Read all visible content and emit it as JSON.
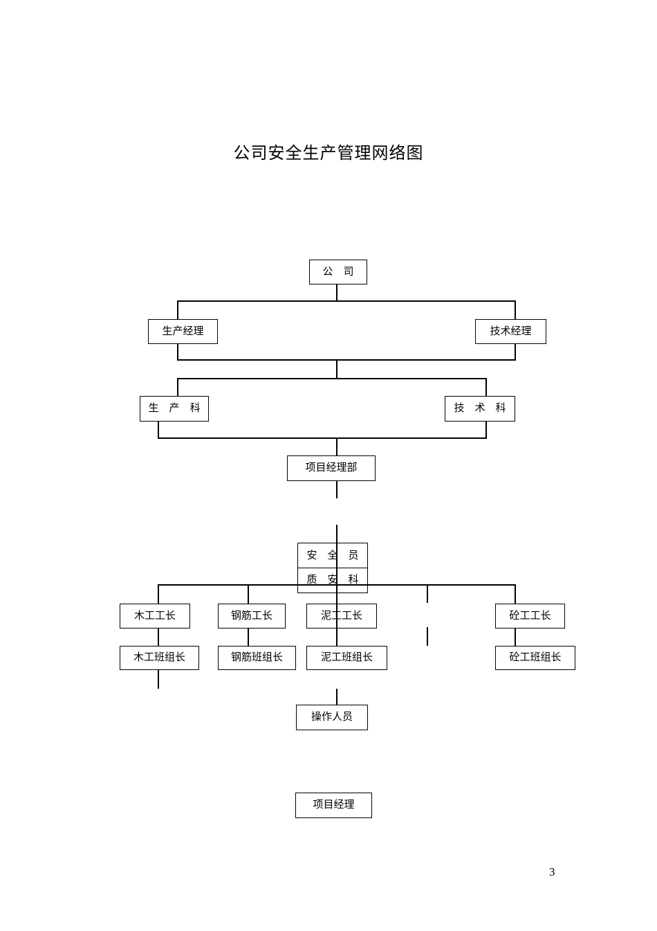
{
  "page": {
    "title": "公司安全生产管理网络图",
    "page_number": "3"
  },
  "nodes": {
    "company": "公　司",
    "production_manager": "生产经理",
    "technical_manager": "技术经理",
    "production_dept": "生　产　科",
    "technical_dept": "技　术　科",
    "project_manager_dept": "项目经理部",
    "safety_officer": "安　全　员",
    "quality_safety_dept": "质　安　科",
    "carpentry_foreman": "木工工长",
    "rebar_foreman": "钢筋工长",
    "mason_foreman": "泥工工长",
    "concrete_foreman": "砼工工长",
    "carpentry_team_leader": "木工班组长",
    "rebar_team_leader": "钢筋班组长",
    "mason_team_leader": "泥工班组长",
    "concrete_team_leader": "砼工班组长",
    "operators": "操作人员",
    "project_manager": "项目经理"
  },
  "colors": {
    "background": "#ffffff",
    "line": "#000000",
    "text": "#000000"
  }
}
